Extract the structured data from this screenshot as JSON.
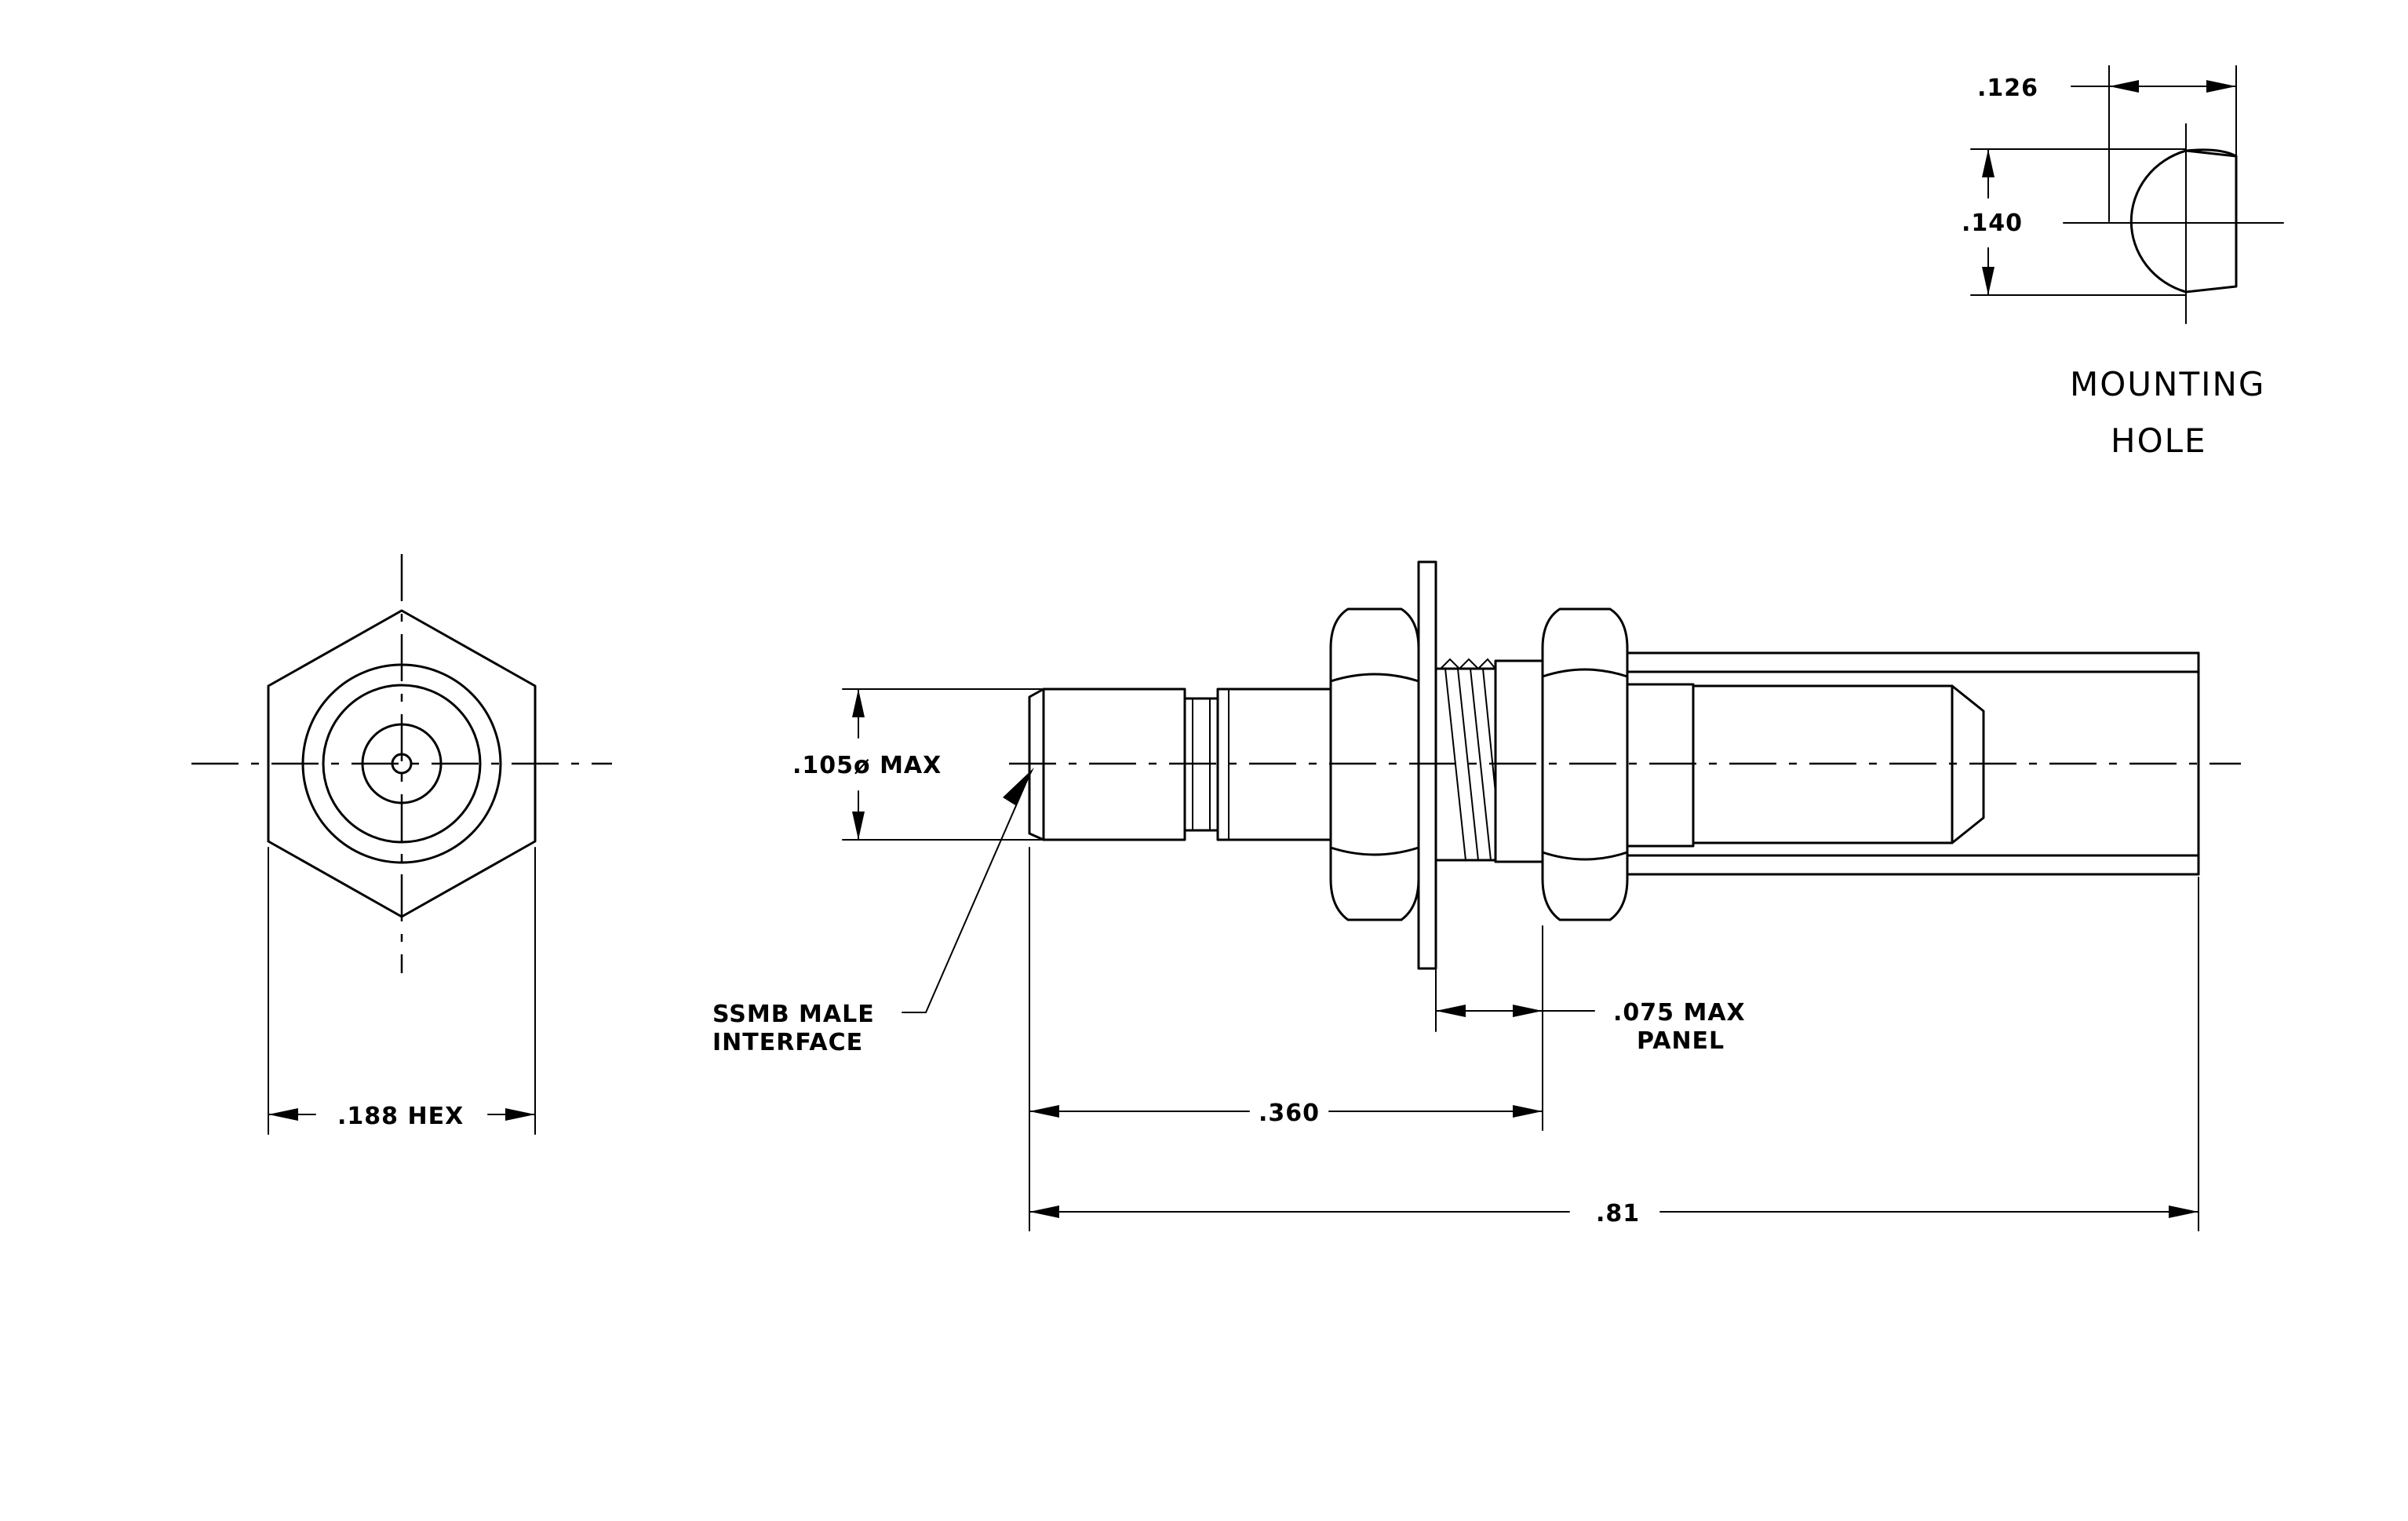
{
  "title": "",
  "mounting_hole": {
    "title_line1": "MOUNTING",
    "title_line2": "HOLE",
    "dim_width": ".126",
    "dim_height": ".140"
  },
  "end_view": {
    "dim_hex": ".188 HEX"
  },
  "side_view": {
    "dim_diameter": ".105ø MAX",
    "callout_line1": "SSMB MALE",
    "callout_line2": "INTERFACE",
    "dim_panel_line1": ".075 MAX",
    "dim_panel_line2": "PANEL",
    "dim_flange": ".360",
    "dim_overall": ".81"
  }
}
